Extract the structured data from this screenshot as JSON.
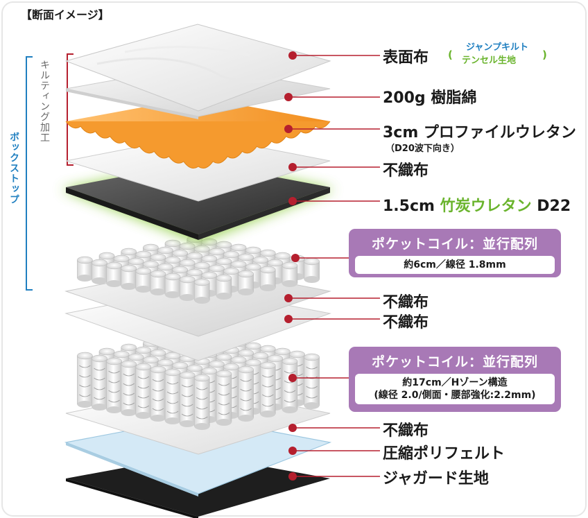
{
  "diagram_title": "【断面イメージ】",
  "side_labels": {
    "quilting": "キルティング加工",
    "boxtop": "ボックストップ"
  },
  "layers": {
    "surface": {
      "label": "表面布",
      "note_open": "(",
      "note_line1": "ジャンプキルト",
      "note_line2": "テンセル生地",
      "note_close": ")"
    },
    "resin_cotton": {
      "label": "200g 樹脂綿"
    },
    "profile_urethane": {
      "label": "3cm プロファイルウレタン",
      "note": "（D20波下向き）"
    },
    "nonwoven_1": {
      "label": "不織布"
    },
    "charcoal": {
      "label_pre": "1.5cm ",
      "label_green": "竹炭ウレタン",
      "label_post": " D22"
    },
    "nonwoven_2": {
      "label": "不織布"
    },
    "nonwoven_3": {
      "label": "不織布"
    },
    "nonwoven_4": {
      "label": "不織布"
    },
    "felt": {
      "label": "圧縮ポリフェルト"
    },
    "jacquard": {
      "label": "ジャガード生地"
    }
  },
  "coil_boxes": {
    "upper": {
      "title": "ポケットコイル：並行配列",
      "line1": "約6cm／線径 1.8mm"
    },
    "lower": {
      "title": "ポケットコイル：並行配列",
      "line1": "約17cm／Hゾーン構造",
      "line2": "(線径 2.0/側面・腰部強化:2.2mm)"
    }
  },
  "colors": {
    "accent_green": "#6ab42d",
    "accent_blue": "#1f7fc0",
    "dot_red": "#b51f2e",
    "coil_box_purple": "#a879b6",
    "urethane_orange": "#f7a23b",
    "charcoal_dark": "#3a3a3a",
    "felt_blue": "#cfe6f5"
  }
}
